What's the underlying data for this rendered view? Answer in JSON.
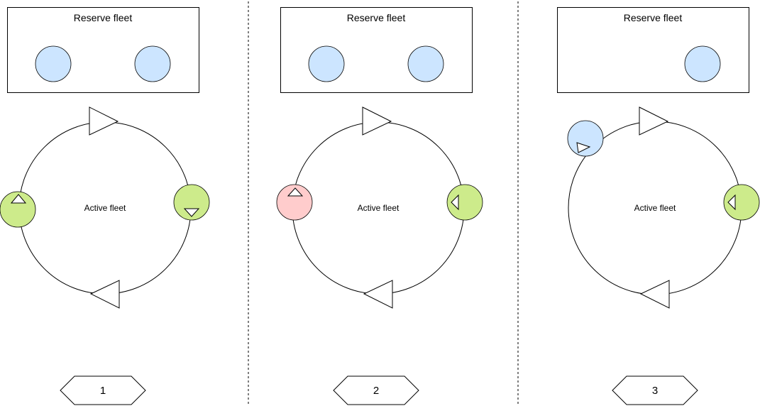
{
  "colors": {
    "line": "#000000",
    "reserve": "#cce5ff",
    "active": "#cdeb8b",
    "failed": "#ffcccc",
    "divider": "#000000"
  },
  "panels": [
    {
      "reserve_label": "Reserve fleet",
      "active_label": "Active fleet",
      "step": "1",
      "reserve_count": 2,
      "states": [
        "active",
        "active"
      ]
    },
    {
      "reserve_label": "Reserve fleet",
      "active_label": "Active fleet",
      "step": "2",
      "reserve_count": 2,
      "states": [
        "failed",
        "active"
      ]
    },
    {
      "reserve_label": "Reserve fleet",
      "active_label": "Active fleet",
      "step": "3",
      "reserve_count": 1,
      "states": [
        "reserve",
        "active"
      ]
    }
  ]
}
